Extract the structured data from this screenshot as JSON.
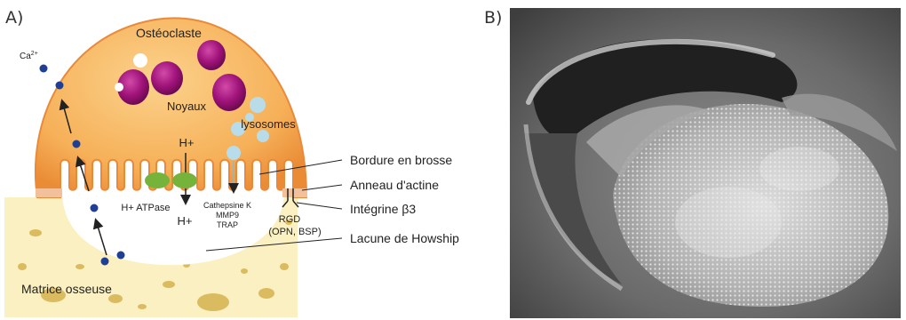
{
  "panel_a": {
    "label": "A)",
    "cell_name": "Ostéoclaste",
    "ion": "Ca",
    "ion_charge": "2+",
    "nuclei": "Noyaux",
    "lysosomes": "lysosomes",
    "proton_top": "H+",
    "proton_bottom": "H+",
    "pump": "H+ ATPase",
    "enzymes": [
      "Cathepsine K",
      "MMP9",
      "TRAP"
    ],
    "rgd_lines": [
      "RGD",
      "(OPN, BSP)"
    ],
    "matrix": "Matrice osseuse",
    "callouts": {
      "brush_border": "Bordure en brosse",
      "actin_ring": "Anneau d'actine",
      "integrin": "Intégrine β3",
      "lacuna": "Lacune de Howship"
    },
    "colors": {
      "cell_fill": "#f7b563",
      "cell_edge": "#e98a3a",
      "matrix_fill": "#fbf0c2",
      "nucleus": "#a0137a",
      "lysosome": "#b9dcea",
      "atpase": "#76b33a",
      "calcium": "#1f3f95",
      "actin": "#f2c09a"
    }
  },
  "panel_b": {
    "label": "B)",
    "image": "scanning-electron-micrograph"
  }
}
